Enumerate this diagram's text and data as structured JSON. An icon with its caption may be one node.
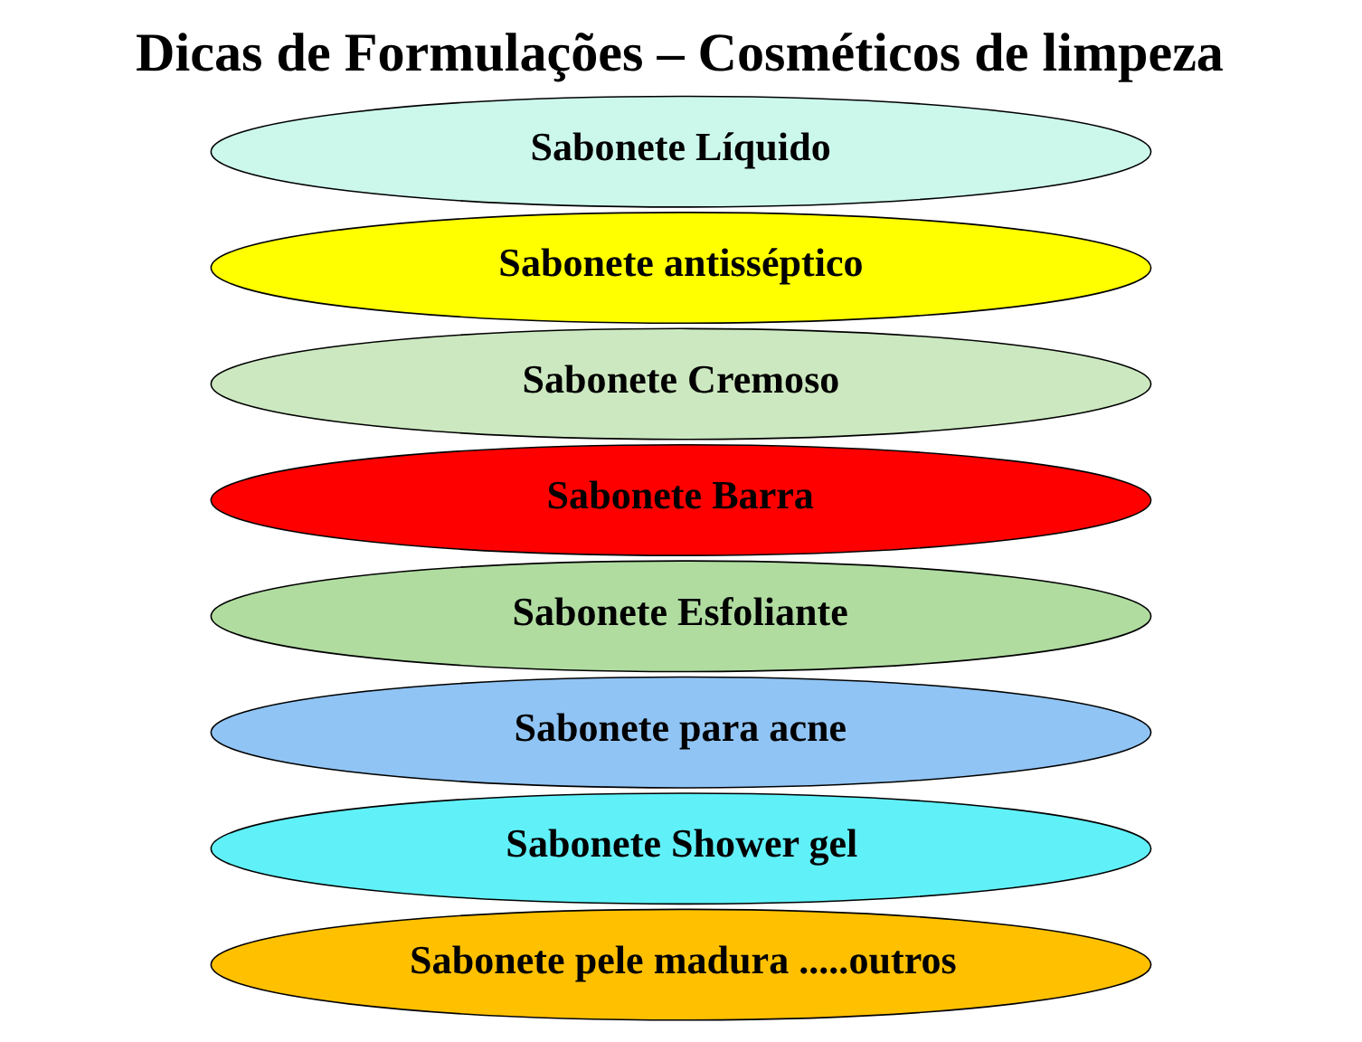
{
  "diagram": {
    "title": "Dicas de Formulações – Cosméticos de limpeza",
    "nodes": [
      {
        "text": [
          "Sabonete Líquido"
        ]
      },
      {
        "text": [
          "Sabonete antisséptico"
        ]
      },
      {
        "text": [
          "Sabonete Cremoso"
        ]
      },
      {
        "text": [
          "Sabonete Barra"
        ]
      },
      {
        "text": [
          "Sabonete Esfoliante"
        ]
      },
      {
        "text": [
          "Sabonete para acne"
        ]
      },
      {
        "text": [
          "Sabonete Shower gel"
        ]
      },
      {
        "text": [
          "Sabonete pele madura .....outros"
        ]
      }
    ]
  }
}
